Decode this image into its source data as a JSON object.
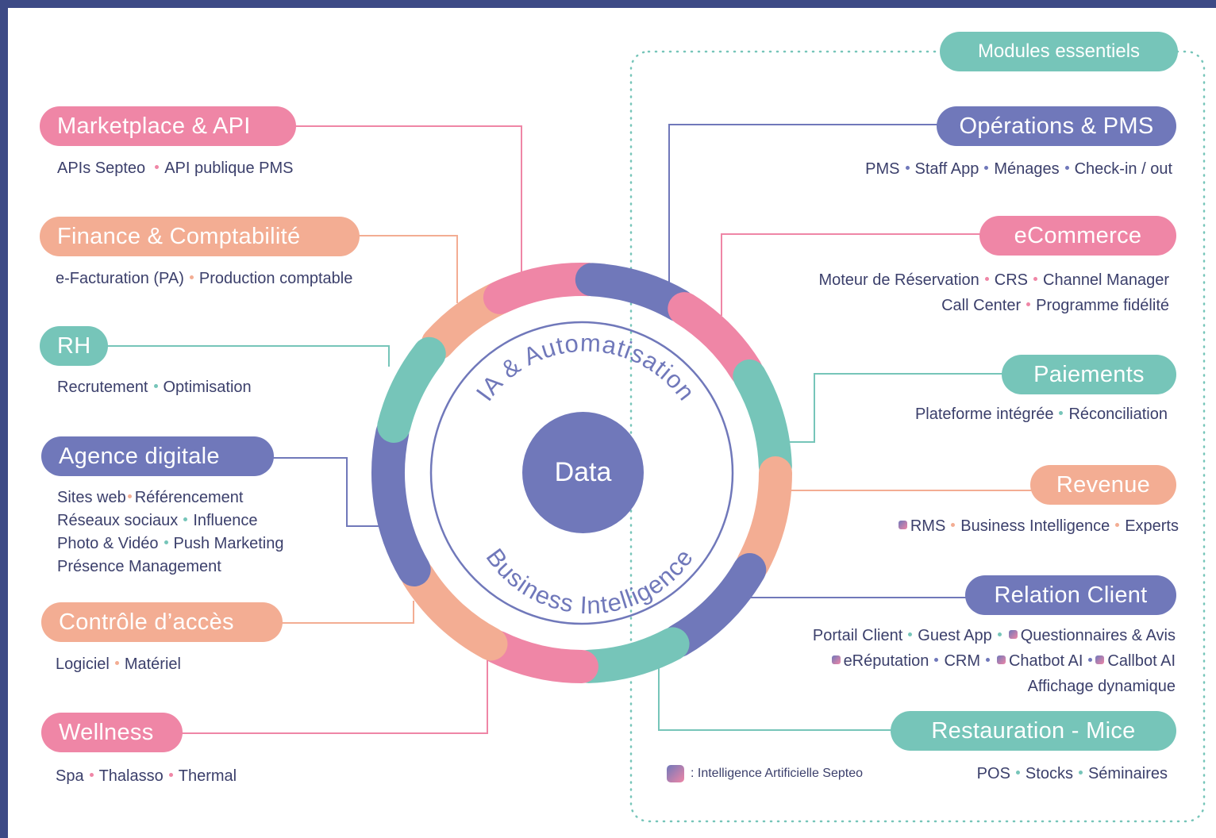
{
  "center": {
    "core": "Data",
    "arc_top": "IA & Automatisation",
    "arc_bottom": "Business Intelligence"
  },
  "modules_badge": "Modules essentiels",
  "legend": ": Intelligence Artificielle Septeo",
  "colors": {
    "pink": "#ef86a6",
    "peach": "#f3ad93",
    "teal": "#76c5b9",
    "purple": "#7078ba",
    "frame": "#3d4a86"
  },
  "left": [
    {
      "title": "Marketplace & API",
      "items": [
        "APIs Septeo",
        "API publique PMS"
      ]
    },
    {
      "title": "Finance & Comptabilité",
      "items": [
        "e-Facturation (PA)",
        "Production comptable"
      ]
    },
    {
      "title": "RH",
      "items": [
        "Recrutement",
        "Optimisation"
      ]
    },
    {
      "title": "Agence digitale",
      "items": [
        "Sites web",
        "Référencement",
        "Réseaux sociaux",
        "Influence",
        "Photo & Vidéo",
        "Push Marketing",
        "Présence Management"
      ]
    },
    {
      "title": "Contrôle d’accès",
      "items": [
        "Logiciel",
        "Matériel"
      ]
    },
    {
      "title": "Wellness",
      "items": [
        "Spa",
        "Thalasso",
        "Thermal"
      ]
    }
  ],
  "right": [
    {
      "title": "Opérations & PMS",
      "items": [
        "PMS",
        "Staff App",
        "Ménages",
        "Check-in / out"
      ]
    },
    {
      "title": "eCommerce",
      "items": [
        "Moteur de Réservation",
        "CRS",
        "Channel Manager",
        "Call Center",
        "Programme fidélité"
      ]
    },
    {
      "title": "Paiements",
      "items": [
        "Plateforme intégrée",
        "Réconciliation"
      ]
    },
    {
      "title": "Revenue",
      "items": [
        "RMS",
        "Business Intelligence",
        "Experts"
      ]
    },
    {
      "title": "Relation Client",
      "items": [
        "Portail Client",
        "Guest App",
        "Questionnaires & Avis",
        "eRéputation",
        "CRM",
        "Chatbot AI",
        "Callbot AI",
        "Affichage dynamique"
      ]
    },
    {
      "title": "Restauration - Mice",
      "items": [
        "POS",
        "Stocks",
        "Séminaires"
      ]
    }
  ]
}
